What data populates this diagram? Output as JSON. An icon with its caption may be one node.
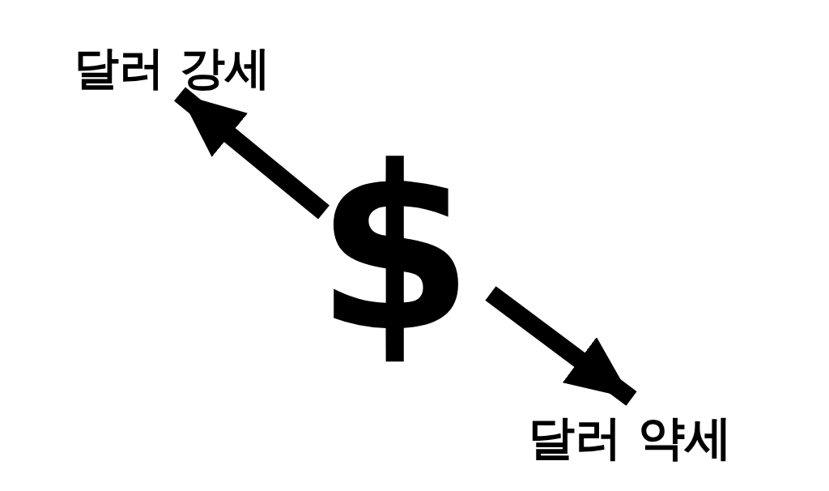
{
  "diagram": {
    "nodes": [
      {
        "text": [
          "$"
        ]
      },
      {
        "text": [
          "달러 강세"
        ]
      },
      {
        "text": [
          "달러 약세"
        ]
      }
    ],
    "edges": [
      {
        "from": 0,
        "to": 1,
        "arrow": "to"
      },
      {
        "from": 0,
        "to": 2,
        "arrow": "to"
      }
    ]
  }
}
